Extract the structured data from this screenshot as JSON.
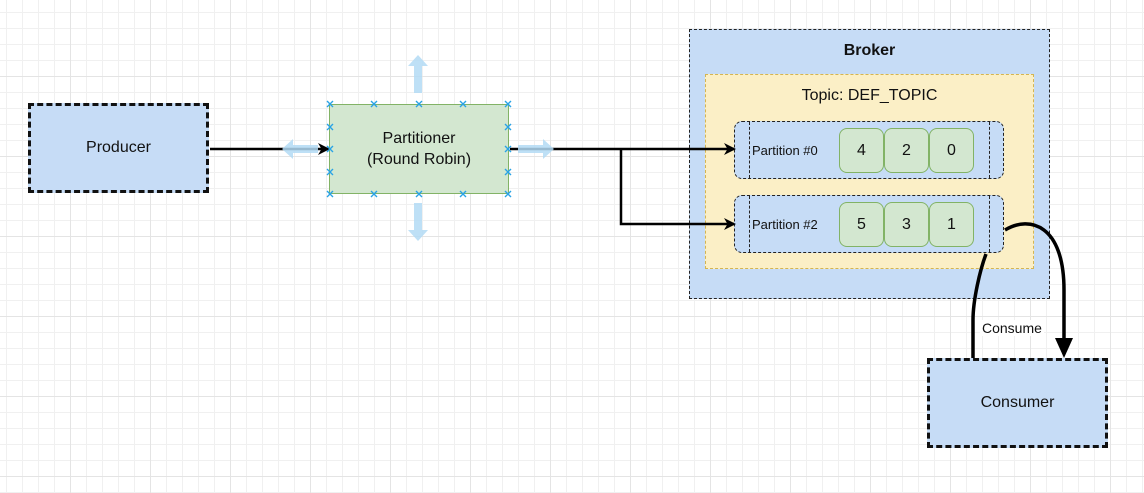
{
  "producer": {
    "label": "Producer"
  },
  "partitioner": {
    "line1": "Partitioner",
    "line2": "(Round Robin)"
  },
  "broker": {
    "title": "Broker",
    "topic": {
      "title": "Topic: DEF_TOPIC",
      "partitions": [
        {
          "label": "Partition #0",
          "messages": [
            "4",
            "2",
            "0"
          ]
        },
        {
          "label": "Partition #2",
          "messages": [
            "5",
            "3",
            "1"
          ]
        }
      ]
    }
  },
  "consumer": {
    "label": "Consumer"
  },
  "edges": {
    "consume_label": "Consume"
  },
  "colors": {
    "blue_fill": "#c6dcf6",
    "green_fill": "#d3e7d0",
    "green_stroke": "#82b366",
    "yellow_fill": "#fbefc6",
    "selection_handle": "#29a3e6"
  }
}
